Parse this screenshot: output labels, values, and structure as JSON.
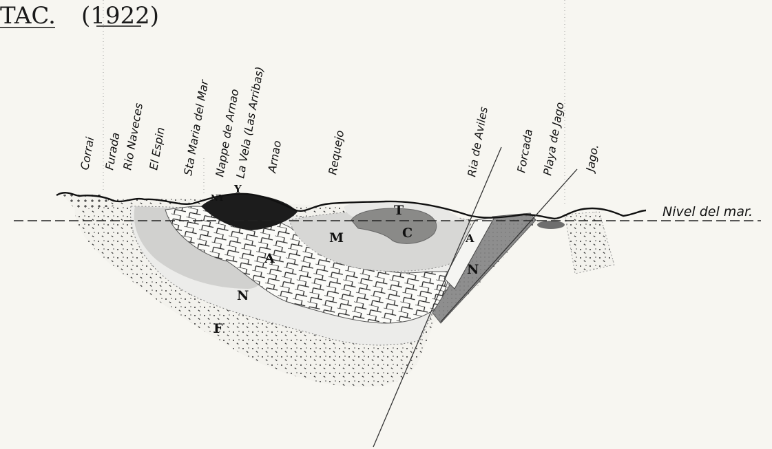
{
  "title": {
    "main": "TAC.",
    "year": "(1922)"
  },
  "place_names": [
    "Corrai",
    "Furada",
    "Rio Naveces",
    "El Espin",
    "Sta Maria del Mar",
    "Nappe de Arnao",
    "La Vela (Las Arribas)",
    "Arnao",
    "Requejo",
    "Ria de Aviles",
    "Forcada",
    "Playa de Jago",
    "Jago."
  ],
  "sea_level_label": "Nivel del mar.",
  "unit_labels": {
    "T": "T",
    "C": "C",
    "M": "M",
    "A": "A",
    "N": "N",
    "F": "F",
    "Y": "Y",
    "NY": "NY",
    "A_right": "A",
    "N_right": "N"
  },
  "colors": {
    "paper": "#f7f6f1",
    "ink": "#111111",
    "dark_unit": "#1c1c1c",
    "grey_unit": "#8c8c8c",
    "light_unit": "#cfcfcf",
    "pale_unit": "#e6e6e6"
  }
}
